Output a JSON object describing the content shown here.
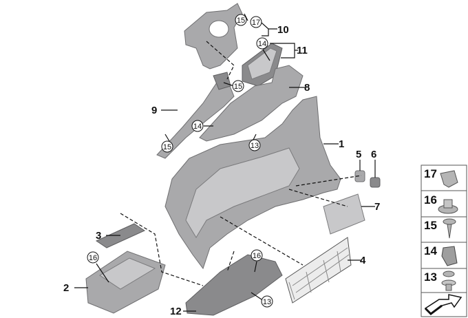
{
  "callouts": {
    "c1": "1",
    "c2": "2",
    "c3": "3",
    "c4": "4",
    "c5": "5",
    "c6": "6",
    "c7": "7",
    "c8": "8",
    "c9": "9",
    "c10": "10",
    "c11": "11",
    "c12": "12",
    "circ_15_top": "15",
    "circ_17_top": "17",
    "circ_14_top": "14",
    "circ_15_mid": "15",
    "circ_14_mid": "14",
    "circ_13_mid": "13",
    "circ_15_low": "15",
    "circ_16_left": "16",
    "circ_16_tray": "16",
    "circ_13_tray": "13"
  },
  "legend": {
    "items": [
      {
        "number": "17",
        "icon": "clip-nut-icon"
      },
      {
        "number": "16",
        "icon": "flange-nut-icon"
      },
      {
        "number": "15",
        "icon": "expanding-rivet-icon"
      },
      {
        "number": "14",
        "icon": "clip-icon"
      },
      {
        "number": "13",
        "icon": "push-rivet-icon"
      }
    ],
    "arrow_icon": "direction-arrow-icon"
  }
}
